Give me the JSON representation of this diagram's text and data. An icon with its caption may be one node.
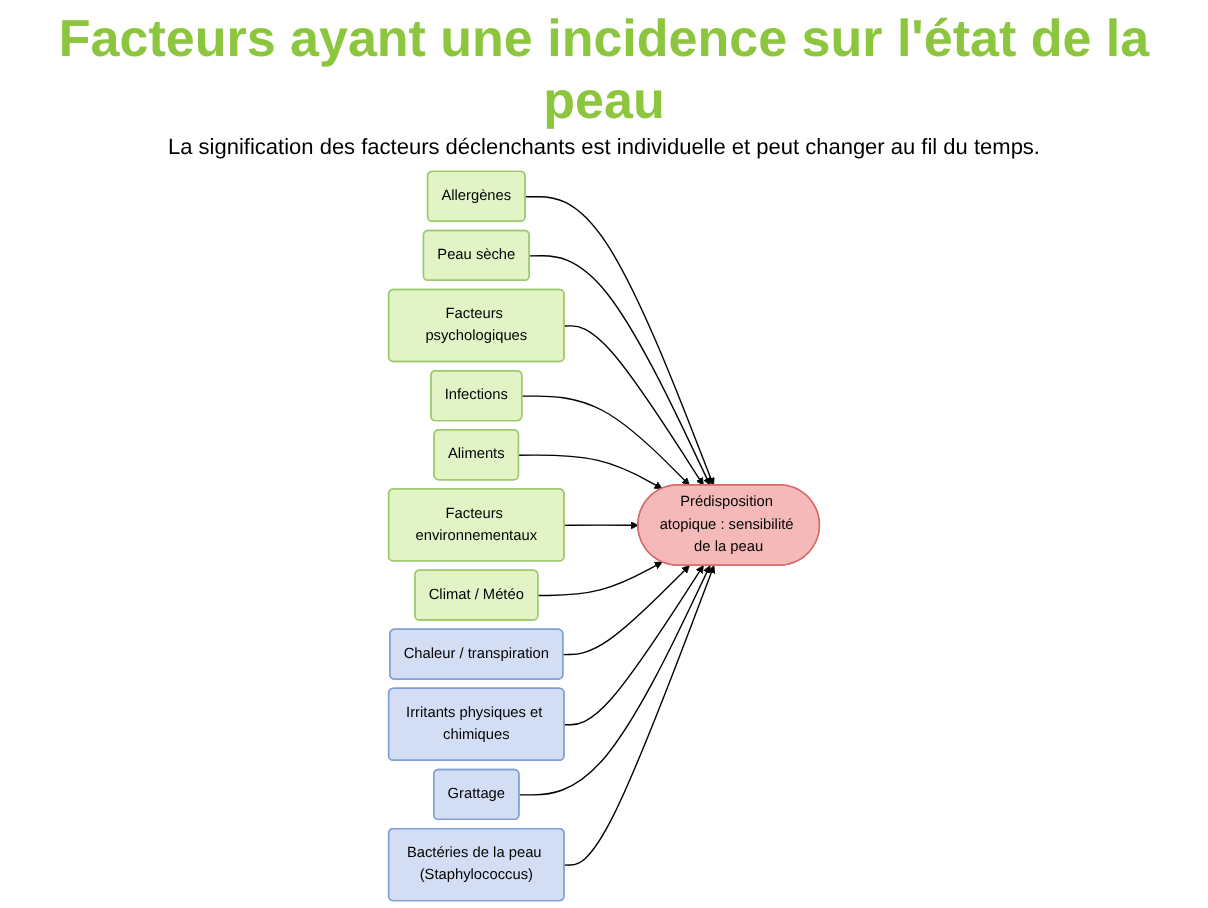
{
  "diagram": {
    "title": "Facteurs ayant une incidence sur l'état de la peau",
    "nodes": [
      {
        "text": [
          "Allergènes"
        ]
      },
      {
        "text": [
          "Peau sèche"
        ]
      },
      {
        "text": [
          "Facteurs psychologiques"
        ]
      },
      {
        "text": [
          "Infections"
        ]
      },
      {
        "text": [
          "Aliments"
        ]
      },
      {
        "text": [
          "Prédisposition atopique : sensibilité de la peau"
        ]
      },
      {
        "text": [
          "Facteurs environnementaux"
        ]
      },
      {
        "text": [
          "Climat / Météo"
        ]
      },
      {
        "text": [
          "Chaleur / transpiration"
        ]
      },
      {
        "text": [
          "Irritants physiques et chimiques"
        ]
      },
      {
        "text": [
          "Grattage"
        ]
      },
      {
        "text": [
          "Bactéries de la peau (Staphylococcus)"
        ]
      }
    ],
    "edges": [
      {
        "from": 0,
        "to": 5,
        "arrow": "to"
      },
      {
        "from": 1,
        "to": 5,
        "arrow": "to"
      },
      {
        "from": 2,
        "to": 5,
        "arrow": "to"
      },
      {
        "from": 3,
        "to": 5,
        "arrow": "to"
      },
      {
        "from": 4,
        "to": 5,
        "arrow": "to"
      },
      {
        "from": 6,
        "to": 5,
        "arrow": "to"
      },
      {
        "from": 7,
        "to": 5,
        "arrow": "to"
      },
      {
        "from": 8,
        "to": 5,
        "arrow": "to"
      },
      {
        "from": 9,
        "to": 5,
        "arrow": "to"
      },
      {
        "from": 10,
        "to": 5,
        "arrow": "to"
      },
      {
        "from": 11,
        "to": 5,
        "arrow": "to"
      }
    ],
    "labels": [
      "La signification des facteurs déclenchants est individuelle et peut changer au fil du temps."
    ]
  }
}
